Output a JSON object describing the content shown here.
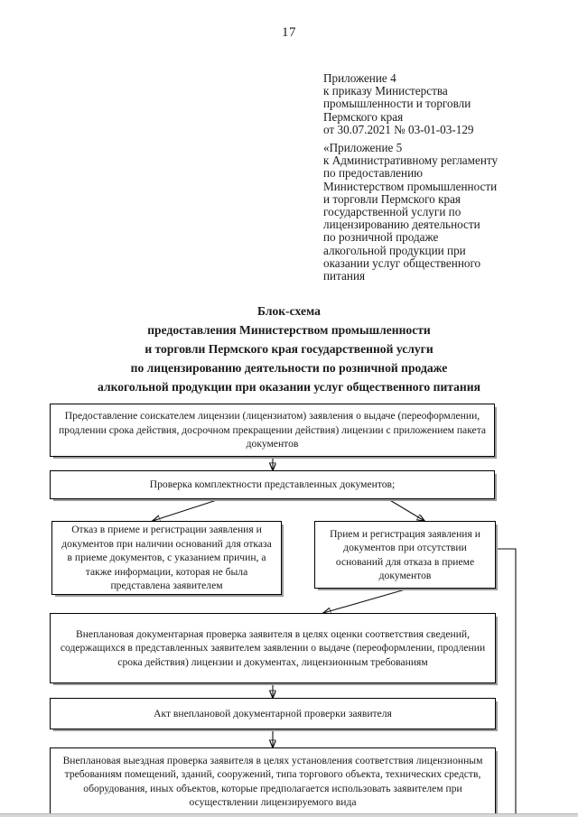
{
  "page": {
    "number": "17",
    "language": "ru"
  },
  "header_blocks": [
    {
      "id": "appendix-4-reference",
      "lines": [
        "Приложение 4",
        "к приказу Министерства",
        "промышленности и торговли",
        "Пермского края",
        "от 30.07.2021 № 03-01-03-129"
      ]
    },
    {
      "id": "appendix-5-reference",
      "lines": [
        "«Приложение 5",
        "к Административному регламенту",
        "по предоставлению",
        "Министерством промышленности",
        "и торговли Пермского края",
        "государственной услуги по",
        "лицензированию деятельности",
        "по розничной продаже",
        "алкогольной продукции при",
        "оказании услуг общественного",
        "питания"
      ]
    }
  ],
  "title": {
    "lines": [
      "Блок-схема",
      "предоставления Министерством промышленности",
      "и торговли Пермского края государственной услуги",
      "по лицензированию деятельности по розничной продаже",
      "алкогольной продукции при оказании услуг общественного питания"
    ]
  },
  "chart_data": {
    "type": "diagram",
    "title": "Блок-схема предоставления государственной услуги по лицензированию деятельности по розничной продаже алкогольной продукции",
    "nodes": [
      {
        "id": "n1",
        "text": "Предоставление соискателем лицензии (лицензиатом) заявления о выдаче (переоформлении, продлении срока действия, досрочном прекращении действия) лицензии с приложением пакета документов"
      },
      {
        "id": "n2",
        "text": "Проверка комплектности представленных документов;"
      },
      {
        "id": "n3",
        "text": "Отказ в приеме и регистрации заявления и документов при наличии оснований для отказа в приеме документов, с указанием причин, а также информации, которая не была представлена заявителем"
      },
      {
        "id": "n4",
        "text": "Прием и регистрация заявления и документов при отсутствии оснований для отказа в приеме документов"
      },
      {
        "id": "n5",
        "text": "Внеплановая документарная проверка заявителя в целях оценки соответствия сведений, содержащихся в представленных заявителем  заявлении о выдаче (переоформлении, продлении срока действия) лицензии и документах, лицензионным требованиям"
      },
      {
        "id": "n6",
        "text": "Акт внеплановой документарной проверки заявителя"
      },
      {
        "id": "n7",
        "text": "Внеплановая выездная проверка заявителя в целях установления соответствия лицензионным требованиям помещений, зданий, сооружений, типа торгового объекта, технических средств, оборудования, иных объектов, которые предполагается использовать заявителем при осуществлении лицензируемого вида"
      }
    ],
    "edges": [
      {
        "from": "n1",
        "to": "n2",
        "style": "straight-down-arrow"
      },
      {
        "from": "n2",
        "to": "n3",
        "style": "diagonal-arrow"
      },
      {
        "from": "n2",
        "to": "n4",
        "style": "diagonal-arrow"
      },
      {
        "from": "n4",
        "to": "n5",
        "style": "diagonal-arrow"
      },
      {
        "from": "n5",
        "to": "n6",
        "style": "straight-down-arrow"
      },
      {
        "from": "n6",
        "to": "n7",
        "style": "straight-down-arrow"
      },
      {
        "from": "n4",
        "to": "below-page",
        "style": "right-side-bus"
      }
    ]
  },
  "colors": {
    "text": "#1a1a1a",
    "node_border": "#000000",
    "node_shadow": "#9a9a9a",
    "connector": "#111111",
    "background": "#ffffff"
  }
}
